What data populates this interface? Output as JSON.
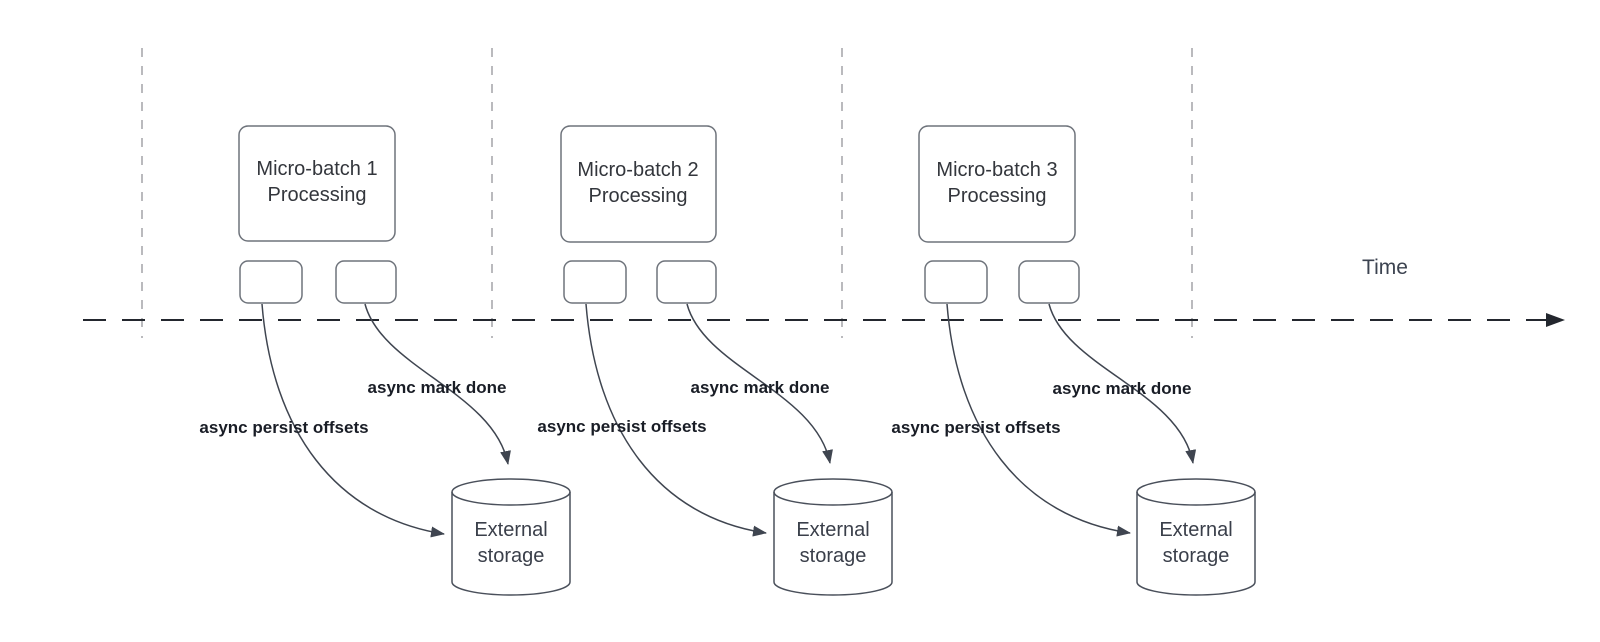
{
  "diagram": {
    "time_axis_label": "Time",
    "batches": [
      {
        "title": "Micro-batch 1 Processing",
        "persist_label": "async persist offsets",
        "done_label": "async mark done",
        "storage_label": "External storage"
      },
      {
        "title": "Micro-batch 2 Processing",
        "persist_label": "async persist offsets",
        "done_label": "async mark done",
        "storage_label": "External storage"
      },
      {
        "title": "Micro-batch 3 Processing",
        "persist_label": "async persist offsets",
        "done_label": "async mark done",
        "storage_label": "External storage"
      }
    ],
    "colors": {
      "arrow_stroke": "#3f4550",
      "axis_stroke": "#23272e",
      "divider_stroke": "#a9a9ad",
      "shape_border": "#6e737b"
    }
  }
}
